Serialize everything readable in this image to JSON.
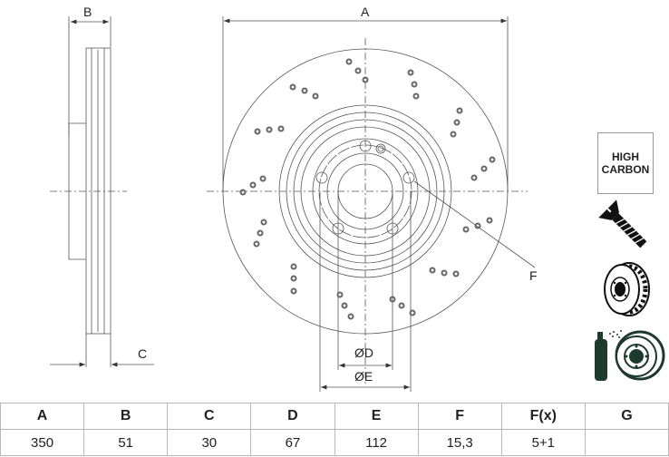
{
  "drawing": {
    "labels": {
      "A": "A",
      "B": "B",
      "C": "C",
      "D": "ØD",
      "E": "ØE",
      "F": "F"
    }
  },
  "badges": {
    "high_carbon_line1": "HIGH",
    "high_carbon_line2": "CARBON"
  },
  "icons": [
    "countersunk-screw-icon",
    "ventilated-disc-icon",
    "coated-disc-spray-icon"
  ],
  "table": {
    "headers": [
      "A",
      "B",
      "C",
      "D",
      "E",
      "F",
      "F(x)",
      "G"
    ],
    "values": [
      "350",
      "51",
      "30",
      "67",
      "112",
      "15,3",
      "5+1",
      ""
    ]
  },
  "colors": {
    "line": "#555555",
    "text": "#222222",
    "icon_dark": "#1e3a2c",
    "table_border": "#b8b8b8"
  }
}
